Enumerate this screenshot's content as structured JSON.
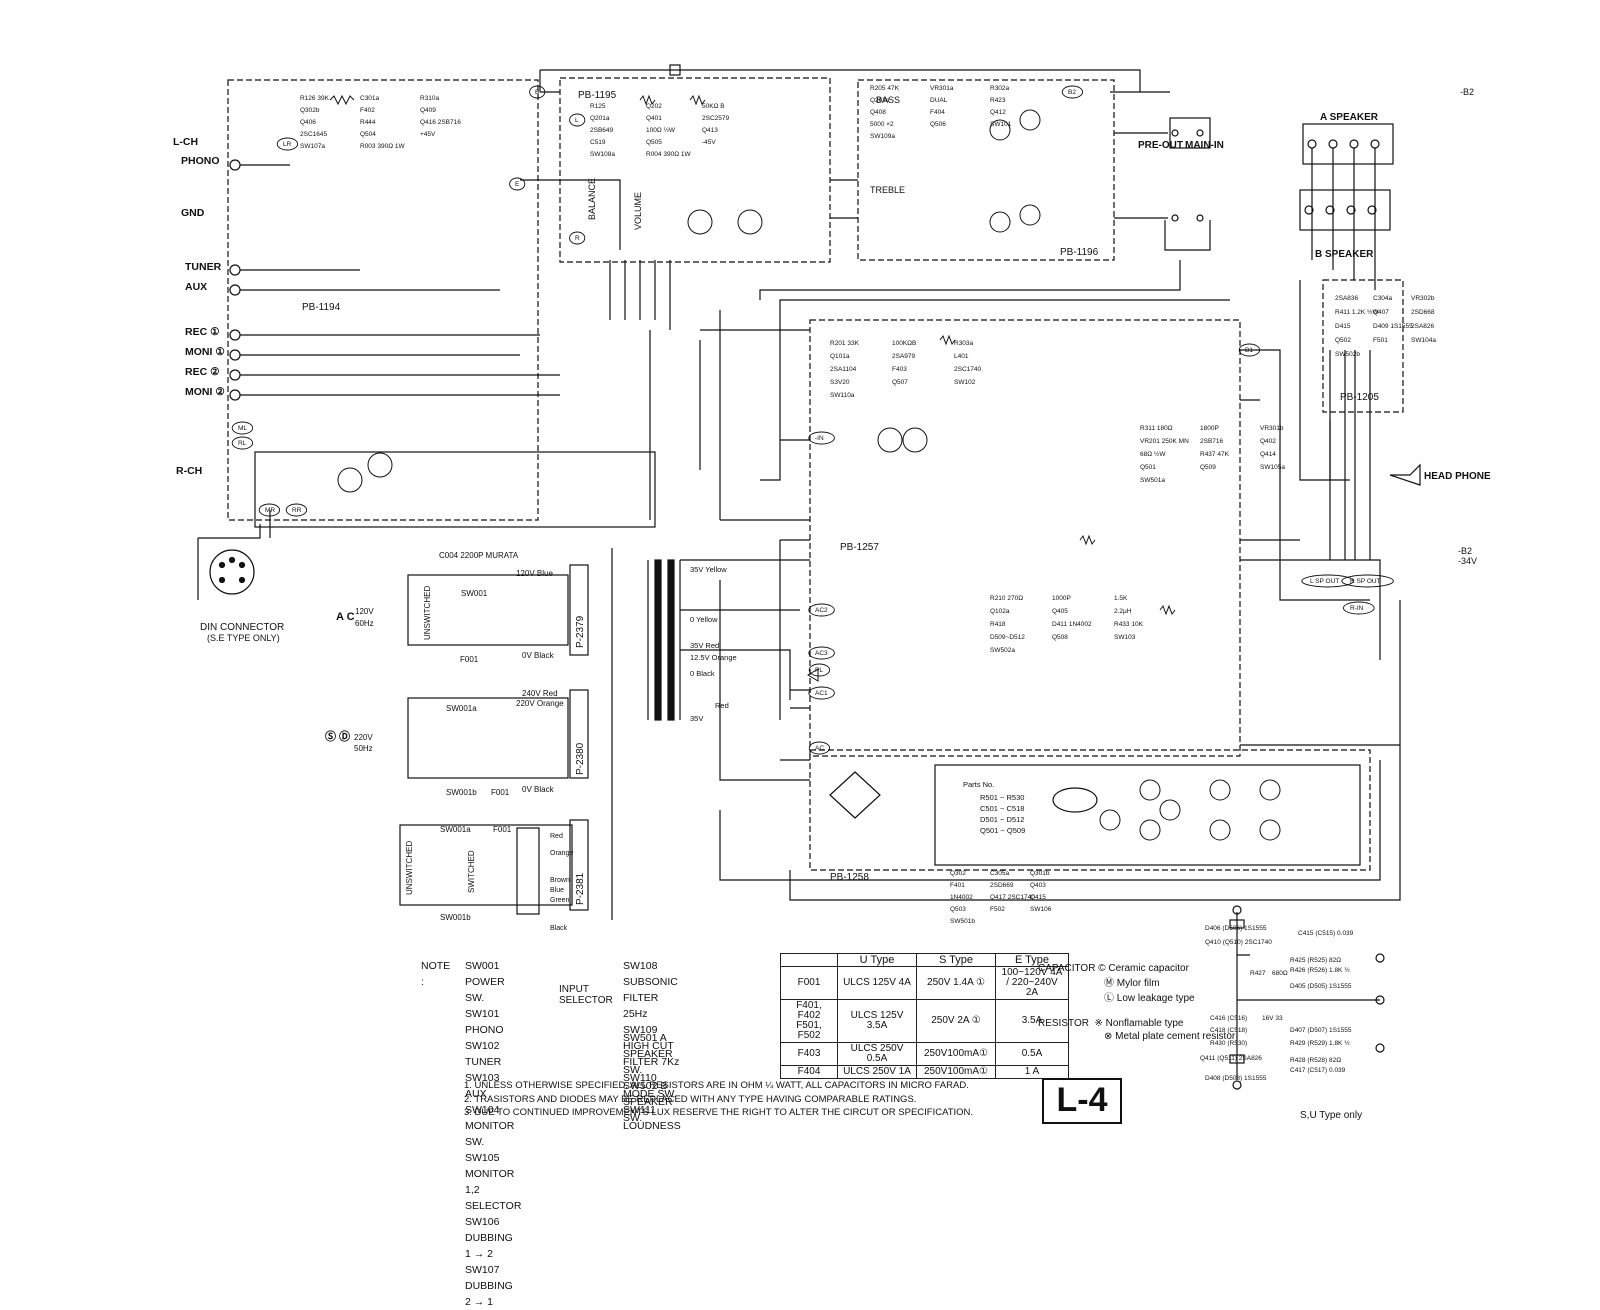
{
  "inputs": {
    "lch": "L-CH",
    "phono": "PHONO",
    "gnd": "GND",
    "tuner": "TUNER",
    "aux": "AUX",
    "rec1": "REC ①",
    "moni1": "MONI ①",
    "rec2": "REC ②",
    "moni2": "MONI ②",
    "rch": "R-CH"
  },
  "din": {
    "label": "DIN CONNECTOR",
    "sub": "(S.E TYPE ONLY)"
  },
  "boards": [
    "PB-1194",
    "PB-1195",
    "PB-1196",
    "PB-1257",
    "PB-1205",
    "PB-1258",
    "P-2379",
    "P-2380",
    "P-2381"
  ],
  "outputs": {
    "a_speaker": "A SPEAKER",
    "b_speaker": "B SPEAKER",
    "head_phone": "HEAD PHONE",
    "pre_out": "PRE-OUT",
    "main_in": "MAIN-IN",
    "b2": "-B2",
    "v34": "-34V"
  },
  "controls": {
    "bass": "BASS",
    "treble": "TREBLE",
    "volume": "VOLUME",
    "balance": "BALANCE"
  },
  "power": {
    "ac": "A C",
    "ac_spec": "120V",
    "ac_hz": "60Hz",
    "sd_spec": "220V",
    "sd_hz": "50Hz",
    "v120_blue": "120V Blue",
    "v240_red": "240V Red",
    "v220_orange": "220V Orange",
    "v0_black": "0V Black",
    "c004": "C004 2200P MURATA",
    "unswitched": "UNSWITCHED",
    "switched": "SWITCHED",
    "sw001": "SW001",
    "sw001a": "SW001a",
    "sw001b": "SW001b",
    "f001": "F001",
    "transformer": [
      "35V Yellow",
      "0  Yellow",
      "35V Red",
      "12.5V Orange",
      "0  Black",
      "Red",
      "35V"
    ],
    "selector_taps": [
      "Red",
      "Orange",
      "Brown",
      "Blue",
      "Green",
      "Black"
    ]
  },
  "parts_no": {
    "title": "Parts No.",
    "rows": [
      "R501 ~ R530",
      "C501 ~ C518",
      "D501 ~ D512",
      "Q501 ~ Q509"
    ]
  },
  "notes": {
    "title": "NOTE :",
    "switches_left": [
      "SW001  POWER SW.",
      "SW101  PHONO",
      "SW102  TUNER",
      "SW103  AUX",
      "SW104  MONITOR SW.",
      "SW105  MONITOR 1,2 SELECTOR",
      "SW106  DUBBING 1 → 2",
      "SW107  DUBBING 2 → 1"
    ],
    "input_selector": "INPUT SELECTOR",
    "switches_right": [
      "SW108  SUBSONIC FILTER 25Hz",
      "SW109  HIGH CUT FILTER 7Kz",
      "SW110  MODE SW.",
      "SW111  LOUDNESS"
    ],
    "switches_speaker": [
      "SW501  A SPEAKER SW.",
      "SW502  B SPEAKER SW."
    ],
    "footnotes": [
      "1. UNLESS OTHERWISE SPECIFIED, ALL RESISTORS ARE IN OHM ¼ WATT, ALL CAPACITORS IN MICRO FARAD.",
      "2. TRASISTORS AND DIODES MAY BE REPLACED WITH ANY TYPE HAVING COMPARABLE RATINGS.",
      "3. DUE TO CONTINUED IMPROVEMENTS LUX RESERVE THE RIGHT TO ALTER THE CIRCUT OR SPECIFICATION."
    ]
  },
  "fuse_table": {
    "headers": [
      "",
      "U Type",
      "S Type",
      "E Type"
    ],
    "rows": [
      [
        "F001",
        "ULCS 125V 4A",
        "250V 1.4A ①",
        "100~120V 4A / 220~240V 2A"
      ],
      [
        "F401, F402 F501, F502",
        "ULCS 125V 3.5A",
        "250V 2A ①",
        "3.5A"
      ],
      [
        "F403",
        "ULCS 250V 0.5A",
        "250V100mA①",
        "0.5A"
      ],
      [
        "F404",
        "ULCS 250V 1A",
        "250V100mA①",
        "1 A"
      ]
    ]
  },
  "legend": {
    "capacitor": "CAPACITOR",
    "ceramic": "© Ceramic capacitor",
    "mylor": "Ⓜ Mylor film",
    "low_leakage": "Low leakage type",
    "resistor": "RESISTOR",
    "nonflam": "※ Nonflamable type",
    "metal_plate": "⊗ Metal plate cement resistor"
  },
  "model": "L-4",
  "su_type": "S,U Type only",
  "sub_parts": [
    "D406 (D506) 1S1555",
    "Q410 (Q510) 2SC1740",
    "R427",
    "680Ω",
    "C416 (C516)",
    "16V 33",
    "C418 (C518)",
    "R430 (R530)",
    "Q411 (Q511) 2SA826",
    "D408 (D508) 1S1555",
    "C415 (C515) 0.039",
    "R425 (R525) 82Ω",
    "R426 (R526) 1.8K ½",
    "D405 (D505) 1S1555",
    "D407 (D507) 1S1555",
    "R429 (R529) 1.8K ½",
    "R428 (R528) 82Ω",
    "C417 (C517) 0.039"
  ],
  "component_labels": [
    "R126 39K",
    "R125",
    "R205 47K",
    "R201 33K",
    "R210 270Ω",
    "R311 180Ω",
    "2SA836",
    "Q302",
    "C301a",
    "Q202",
    "VR301a",
    "100KΩB",
    "1000P",
    "1800P",
    "C304a",
    "C305a",
    "R310a",
    "50KΩ B",
    "R302a",
    "R303a",
    "1.5K",
    "VR301b",
    "VR302b",
    "Q301b",
    "Q302b",
    "Q201a",
    "Q202a",
    "Q101a",
    "Q102a",
    "VR201 250K MN",
    "R411 1.2K ½W",
    "F401",
    "F402",
    "Q401",
    "DUAL",
    "2SA979",
    "Q405",
    "2SB716",
    "Q407",
    "2SD669",
    "Q409",
    "2SC2579",
    "R423",
    "L401",
    "2.2μH",
    "Q402",
    "2SD668",
    "Q403",
    "Q406",
    "2SB649",
    "Q408",
    "2SA1104",
    "R418",
    "68Ω ½W",
    "D415",
    "1N4002",
    "R444",
    "100Ω ½W",
    "F404",
    "F403",
    "D411 1N4002",
    "R437 47K",
    "D409 1S1555",
    "Q417 2SC1740",
    "Q416 2SB716",
    "Q413",
    "Q412",
    "2SC1740",
    "R433 10K",
    "Q414",
    "2SA826",
    "Q415",
    "2SC1645",
    "C519",
    "5000 ×2",
    "S3V20",
    "D509~D512",
    "Q501",
    "Q502",
    "Q503",
    "Q504",
    "Q505",
    "Q506",
    "Q507",
    "Q508",
    "Q509",
    "F501",
    "F502",
    "+45V",
    "-45V",
    "SW101",
    "SW102",
    "SW103",
    "SW105a",
    "SW104a",
    "SW106",
    "SW107a",
    "SW108a",
    "SW109a",
    "SW110a",
    "SW502a",
    "SW501a",
    "SW502b",
    "SW501b",
    "R003 390Ω 1W",
    "R004 390Ω 1W"
  ],
  "terminals": [
    "B",
    "B1",
    "B2",
    "L",
    "R",
    "E",
    "ML",
    "RL",
    "MR",
    "RR",
    "LR",
    "-IN",
    "AC",
    "AC1",
    "AC2",
    "AC3",
    "PL",
    "L SP OUT",
    "R SP OUT",
    "R-IN"
  ]
}
